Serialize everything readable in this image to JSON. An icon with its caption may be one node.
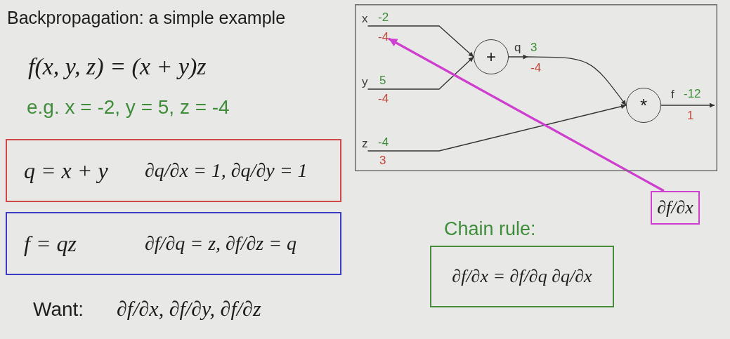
{
  "diagram": {
    "title": "Backpropagation: a simple example",
    "nodes": [
      {
        "text": [
          "q = x + y",
          "∂q/∂x = 1, ∂q/∂y = 1"
        ]
      },
      {
        "text": [
          "f = qz",
          "∂f/∂q = z, ∂f/∂z = q"
        ]
      },
      {
        "text": [],
        "shape": "box"
      },
      {
        "text": [
          "x"
        ],
        "in": 2,
        "beside": [
          "-2"
        ]
      },
      {
        "text": [
          "-4"
        ],
        "in": 2
      },
      {
        "text": [
          "y"
        ],
        "in": 2,
        "beside": [
          "5",
          "-4"
        ]
      },
      {
        "text": [
          "z"
        ],
        "in": 2,
        "beside": [
          "-4",
          "3"
        ]
      },
      {
        "text": [
          "+"
        ],
        "in": 2,
        "beside": [
          "3",
          "-4"
        ]
      },
      {
        "text": [
          "*"
        ],
        "in": 2,
        "beside": [
          "-12",
          "1"
        ]
      },
      {
        "text": [
          "∂f/∂x"
        ]
      },
      {
        "text": [
          "Chain rule:",
          "∂f/∂x = ∂f/∂q ∂q/∂x"
        ]
      }
    ],
    "edges": [
      {
        "from": 3,
        "to": 7,
        "arrow": "to"
      },
      {
        "from": 5,
        "to": 7,
        "arrow": "to"
      },
      {
        "from": 7,
        "to": 8,
        "arrow": "to",
        "label": "q"
      },
      {
        "from": 6,
        "to": 8,
        "arrow": "to"
      },
      {
        "from": 8,
        "to": null,
        "arrow": "to",
        "label": "f"
      },
      {
        "from": 9,
        "to": 4,
        "arrow": "to",
        "style": "thick",
        "color": "#cf3fcf"
      }
    ],
    "labels": [
      "f(x, y, z) = (x + y)z",
      "e.g. x = -2, y = 5, z = -4",
      "Want:",
      "∂f/∂x, ∂f/∂y, ∂f/∂z"
    ]
  }
}
